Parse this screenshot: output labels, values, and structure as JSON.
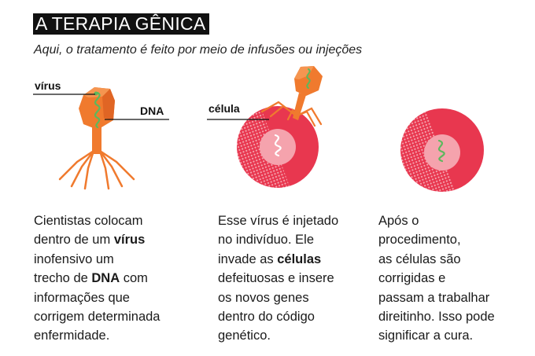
{
  "title": "A TERAPIA GÊNICA",
  "subtitle": "Aqui, o tratamento é feito por meio de infusões ou injeções",
  "labels": {
    "virus": "vírus",
    "dna": "DNA",
    "cell": "célula"
  },
  "steps": [
    {
      "lines": [
        {
          "parts": [
            {
              "t": "Cientistas colocam"
            }
          ]
        },
        {
          "parts": [
            {
              "t": "dentro de um "
            },
            {
              "t": "vírus",
              "b": true
            }
          ]
        },
        {
          "parts": [
            {
              "t": "inofensivo um"
            }
          ]
        },
        {
          "parts": [
            {
              "t": "trecho de "
            },
            {
              "t": "DNA",
              "b": true
            },
            {
              "t": " com"
            }
          ]
        },
        {
          "parts": [
            {
              "t": "informações que"
            }
          ]
        },
        {
          "parts": [
            {
              "t": "corrigem determinada"
            }
          ]
        },
        {
          "parts": [
            {
              "t": "enfermidade."
            }
          ]
        }
      ]
    },
    {
      "lines": [
        {
          "parts": [
            {
              "t": "Esse vírus é injetado"
            }
          ]
        },
        {
          "parts": [
            {
              "t": "no indivíduo. Ele"
            }
          ]
        },
        {
          "parts": [
            {
              "t": "invade as "
            },
            {
              "t": "células",
              "b": true
            }
          ]
        },
        {
          "parts": [
            {
              "t": "defeituosas e insere"
            }
          ]
        },
        {
          "parts": [
            {
              "t": "os novos genes"
            }
          ]
        },
        {
          "parts": [
            {
              "t": "dentro do código"
            }
          ]
        },
        {
          "parts": [
            {
              "t": "genético."
            }
          ]
        }
      ]
    },
    {
      "lines": [
        {
          "parts": [
            {
              "t": "Após o"
            }
          ]
        },
        {
          "parts": [
            {
              "t": "procedimento,"
            }
          ]
        },
        {
          "parts": [
            {
              "t": "as células são"
            }
          ]
        },
        {
          "parts": [
            {
              "t": "corrigidas e"
            }
          ]
        },
        {
          "parts": [
            {
              "t": "passam a trabalhar"
            }
          ]
        },
        {
          "parts": [
            {
              "t": "direitinho. Isso pode"
            }
          ]
        },
        {
          "parts": [
            {
              "t": "significar a cura."
            }
          ]
        }
      ]
    }
  ],
  "colors": {
    "virus_orange": "#f07a2e",
    "virus_orange_dark": "#d85d1a",
    "cell_red": "#e8374f",
    "nucleus_pink": "#f5a3ad",
    "dna_green": "#5cb85c"
  }
}
